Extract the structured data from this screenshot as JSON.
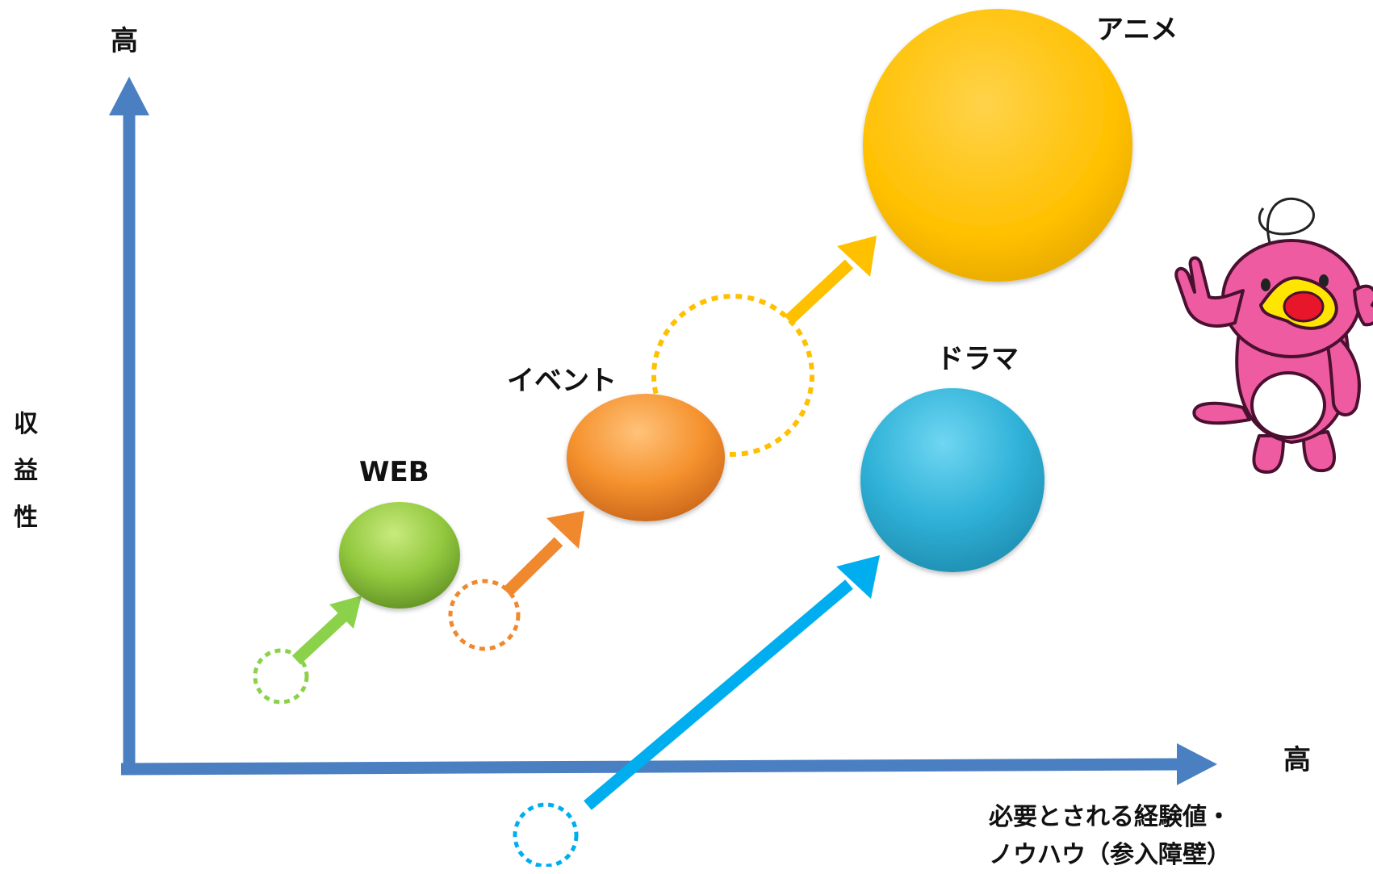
{
  "axes": {
    "y_high": "高",
    "y_label": "収益性",
    "x_high": "高",
    "x_label": "必要とされる経験値・\nノウハウ（参入障壁）"
  },
  "stages": {
    "web": {
      "label": "WEB",
      "color": "#8dc63f"
    },
    "event": {
      "label": "イベント",
      "color": "#f39233"
    },
    "anime": {
      "label": "アニメ",
      "color": "#ffc000"
    },
    "drama": {
      "label": "ドラマ",
      "color": "#2ab0d4"
    }
  },
  "colors": {
    "axis": "#4a7fc1",
    "arrow_green": "#8bd24a",
    "arrow_orange": "#f0882e",
    "arrow_yellow": "#ffc000",
    "arrow_cyan": "#00aeef"
  },
  "mascot": {
    "icon": "pink-fish-mascot-icon",
    "color": "#ef5ba1"
  }
}
